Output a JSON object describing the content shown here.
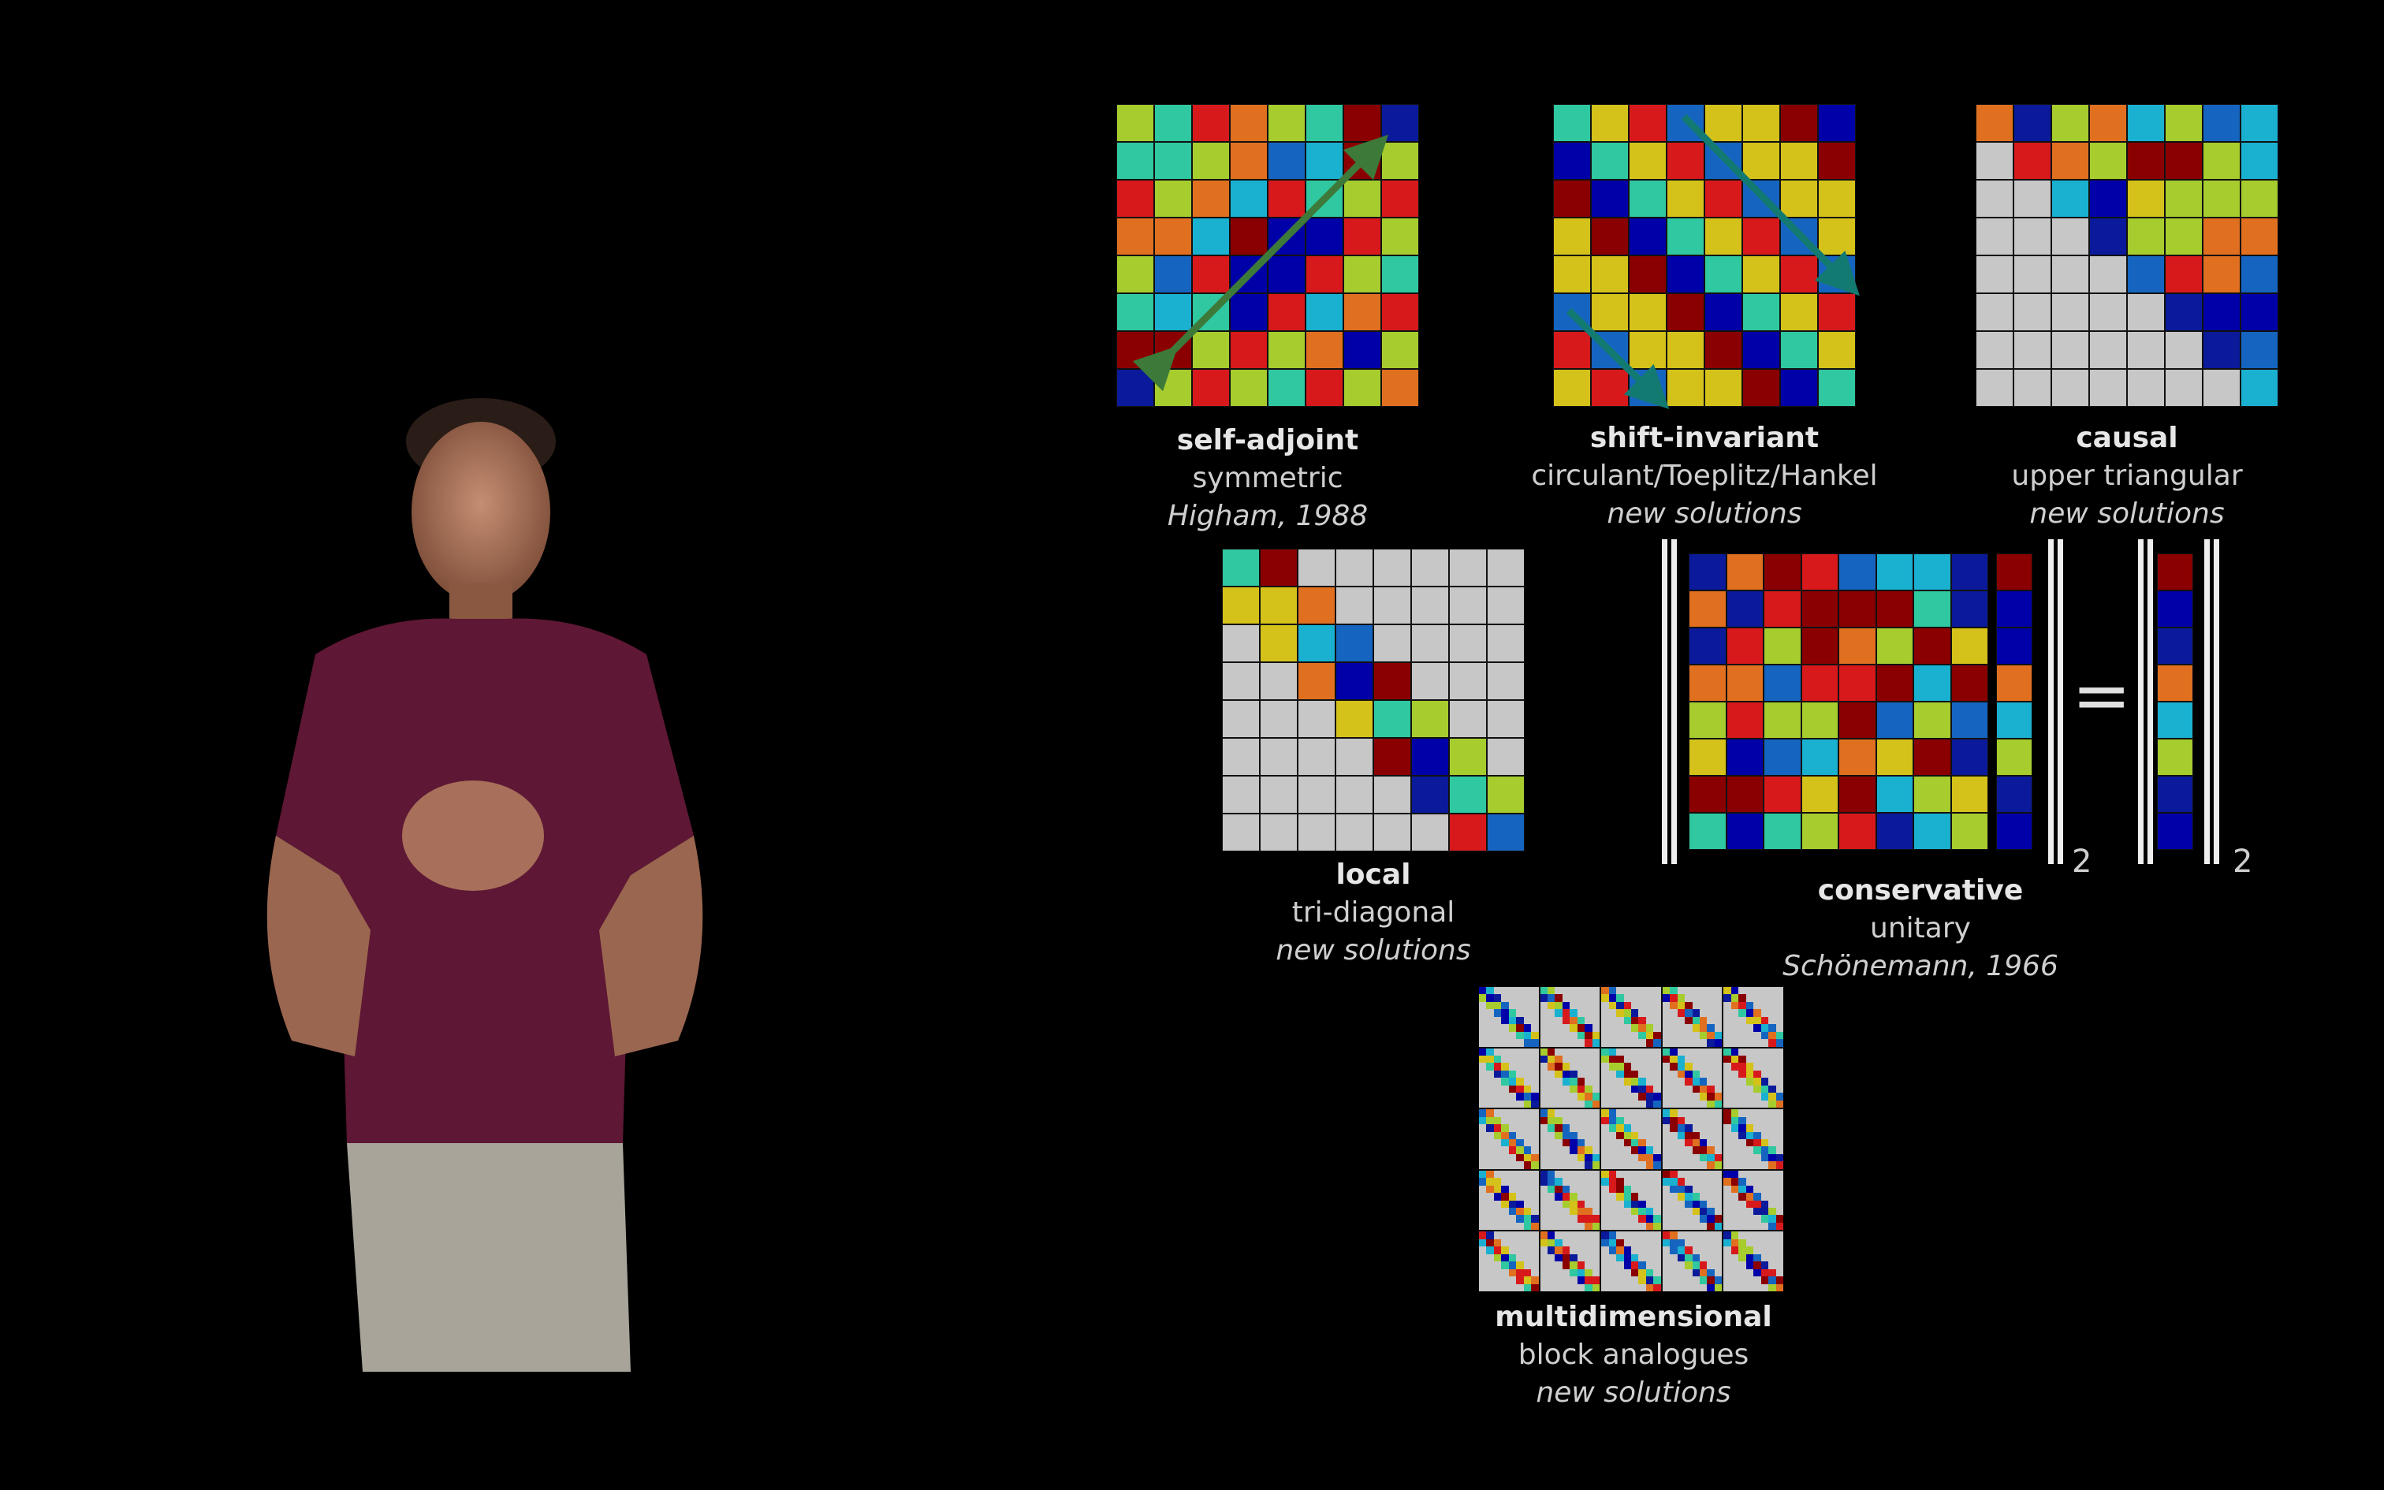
{
  "palette": {
    "dr": "#8a0000",
    "r": "#d7191c",
    "o": "#e07020",
    "y": "#d4c21a",
    "yg": "#a6cc2e",
    "g": "#2fc8a0",
    "c": "#1ab0d0",
    "b": "#1565c0",
    "db": "#0a1a9a",
    "n": "#0000a8",
    "gr": "#c7c7c7"
  },
  "panels": [
    {
      "title": "self-adjoint",
      "subtitle": "symmetric",
      "ref": "Higham, 1988"
    },
    {
      "title": "shift-invariant",
      "subtitle": "circulant/Toeplitz/Hankel",
      "ref": "new solutions"
    },
    {
      "title": "causal",
      "subtitle": "upper triangular",
      "ref": "new solutions"
    },
    {
      "title": "local",
      "subtitle": "tri-diagonal",
      "ref": "new solutions"
    },
    {
      "title": "conservative",
      "subtitle": "unitary",
      "ref": "Schönemann, 1966"
    },
    {
      "title": "multidimensional",
      "subtitle": "block analogues",
      "ref": "new solutions"
    }
  ],
  "equation": {
    "equals": "=",
    "norm_sub_left": "2",
    "norm_sub_right": "2"
  },
  "icons": {
    "arrow": "diagonal-arrow-icon"
  }
}
